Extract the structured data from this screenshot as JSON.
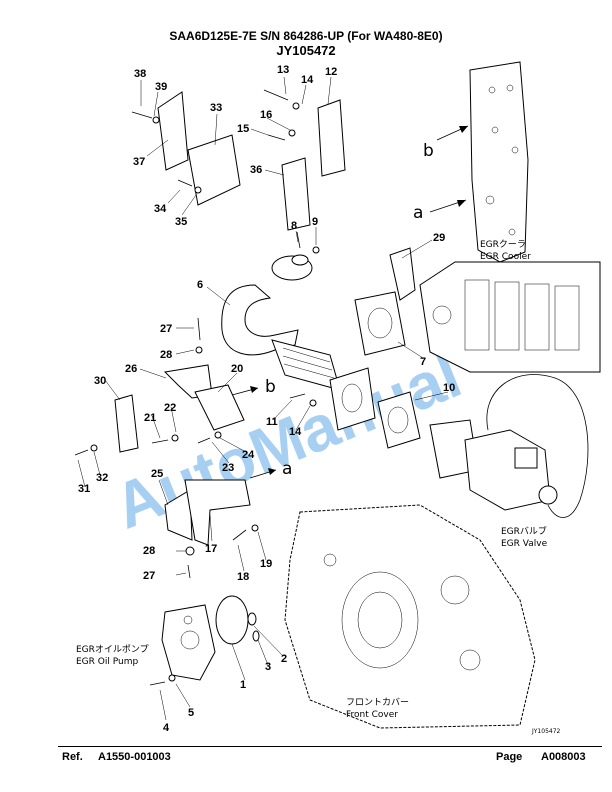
{
  "header": {
    "title": "SAA6D125E-7E S/N 864286-UP (For WA480-8E0)",
    "figure_id": "JY105472"
  },
  "diagram": {
    "callouts": [
      "38",
      "39",
      "37",
      "33",
      "34",
      "35",
      "13",
      "14",
      "12",
      "16",
      "15",
      "36",
      "8",
      "9",
      "29",
      "6",
      "27",
      "28",
      "26",
      "30",
      "20",
      "22",
      "21",
      "11",
      "14",
      "32",
      "31",
      "23",
      "24",
      "25",
      "17",
      "28",
      "27",
      "18",
      "19",
      "10",
      "7",
      "1",
      "3",
      "2",
      "4",
      "5"
    ],
    "annotations": {
      "egr_cooler_jp": "EGRクーラ",
      "egr_cooler_en": "EGR Cooler",
      "egr_valve_jp": "EGRバルブ",
      "egr_valve_en": "EGR Valve",
      "egr_oil_pump_jp": "EGRオイルポンプ",
      "egr_oil_pump_en": "EGR Oil Pump",
      "front_cover_jp": "フロントカバー",
      "front_cover_en": "Front Cover",
      "drawing_number": "JY105472"
    },
    "arrow_labels": [
      "b",
      "a",
      "b",
      "a"
    ],
    "watermark": "AutoManual"
  },
  "footer": {
    "ref_label": "Ref.",
    "ref_value": "A1550-001003",
    "page_label": "Page",
    "page_value": "A008003"
  }
}
